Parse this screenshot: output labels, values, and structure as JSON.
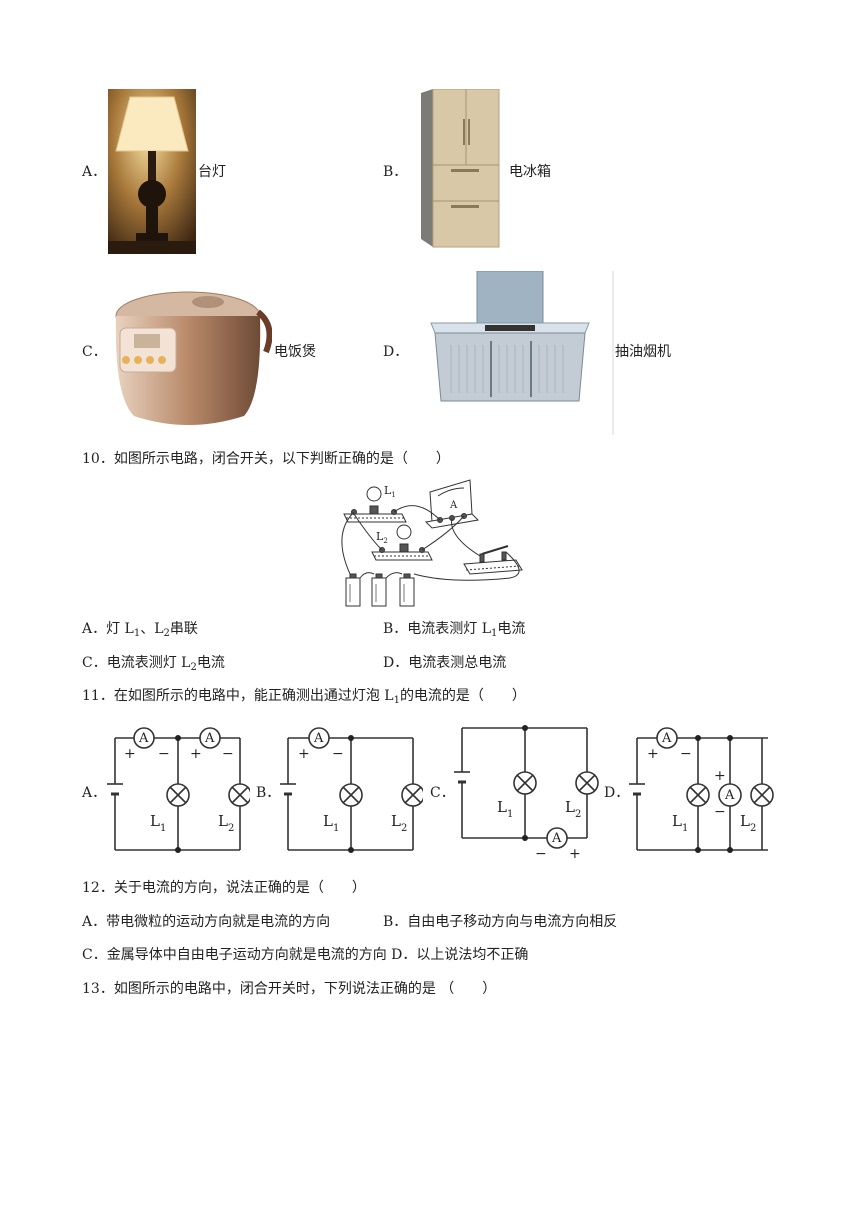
{
  "q9_options": {
    "a": {
      "letter": "A．",
      "label": "台灯"
    },
    "b": {
      "letter": "B．",
      "label": "电冰箱"
    },
    "c": {
      "letter": "C．",
      "label": "电饭煲"
    },
    "d": {
      "letter": "D．",
      "label": "抽油烟机"
    }
  },
  "q10": {
    "stem": "10．如图所示电路，闭合开关，以下判断正确的是（　　）",
    "fig": {
      "l1": "L",
      "l1_sub": "1",
      "l2": "L",
      "l2_sub": "2",
      "meter": "A"
    },
    "a_pre": "A．灯 L",
    "a_s1": "1",
    "a_mid": "、L",
    "a_s2": "2",
    "a_post": "串联",
    "b_pre": "B．电流表测灯 L",
    "b_s": "1",
    "b_post": "电流",
    "c_pre": "C．电流表测灯 L",
    "c_s": "2",
    "c_post": "电流",
    "d": "D．电流表测总电流"
  },
  "q11": {
    "stem_pre": "11．在如图所示的电路中，能正确测出通过灯泡 L",
    "stem_sub": "1",
    "stem_post": "的电流的是（　　）",
    "letters": [
      "A．",
      "B．",
      "C．",
      "D．"
    ],
    "meter": "A",
    "plus": "+",
    "minus": "−",
    "lamp": "L",
    "s1": "1",
    "s2": "2"
  },
  "q12": {
    "stem": "12．关于电流的方向，说法正确的是（　　）",
    "a": "A．带电微粒的运动方向就是电流的方向",
    "b": "B．自由电子移动方向与电流方向相反",
    "c": "C．金属导体中自由电子运动方向就是电流的方向 D．以上说法均不正确"
  },
  "q13": {
    "stem": "13．如图所示的电路中，闭合开关时，下列说法正确的是 （　　）"
  }
}
